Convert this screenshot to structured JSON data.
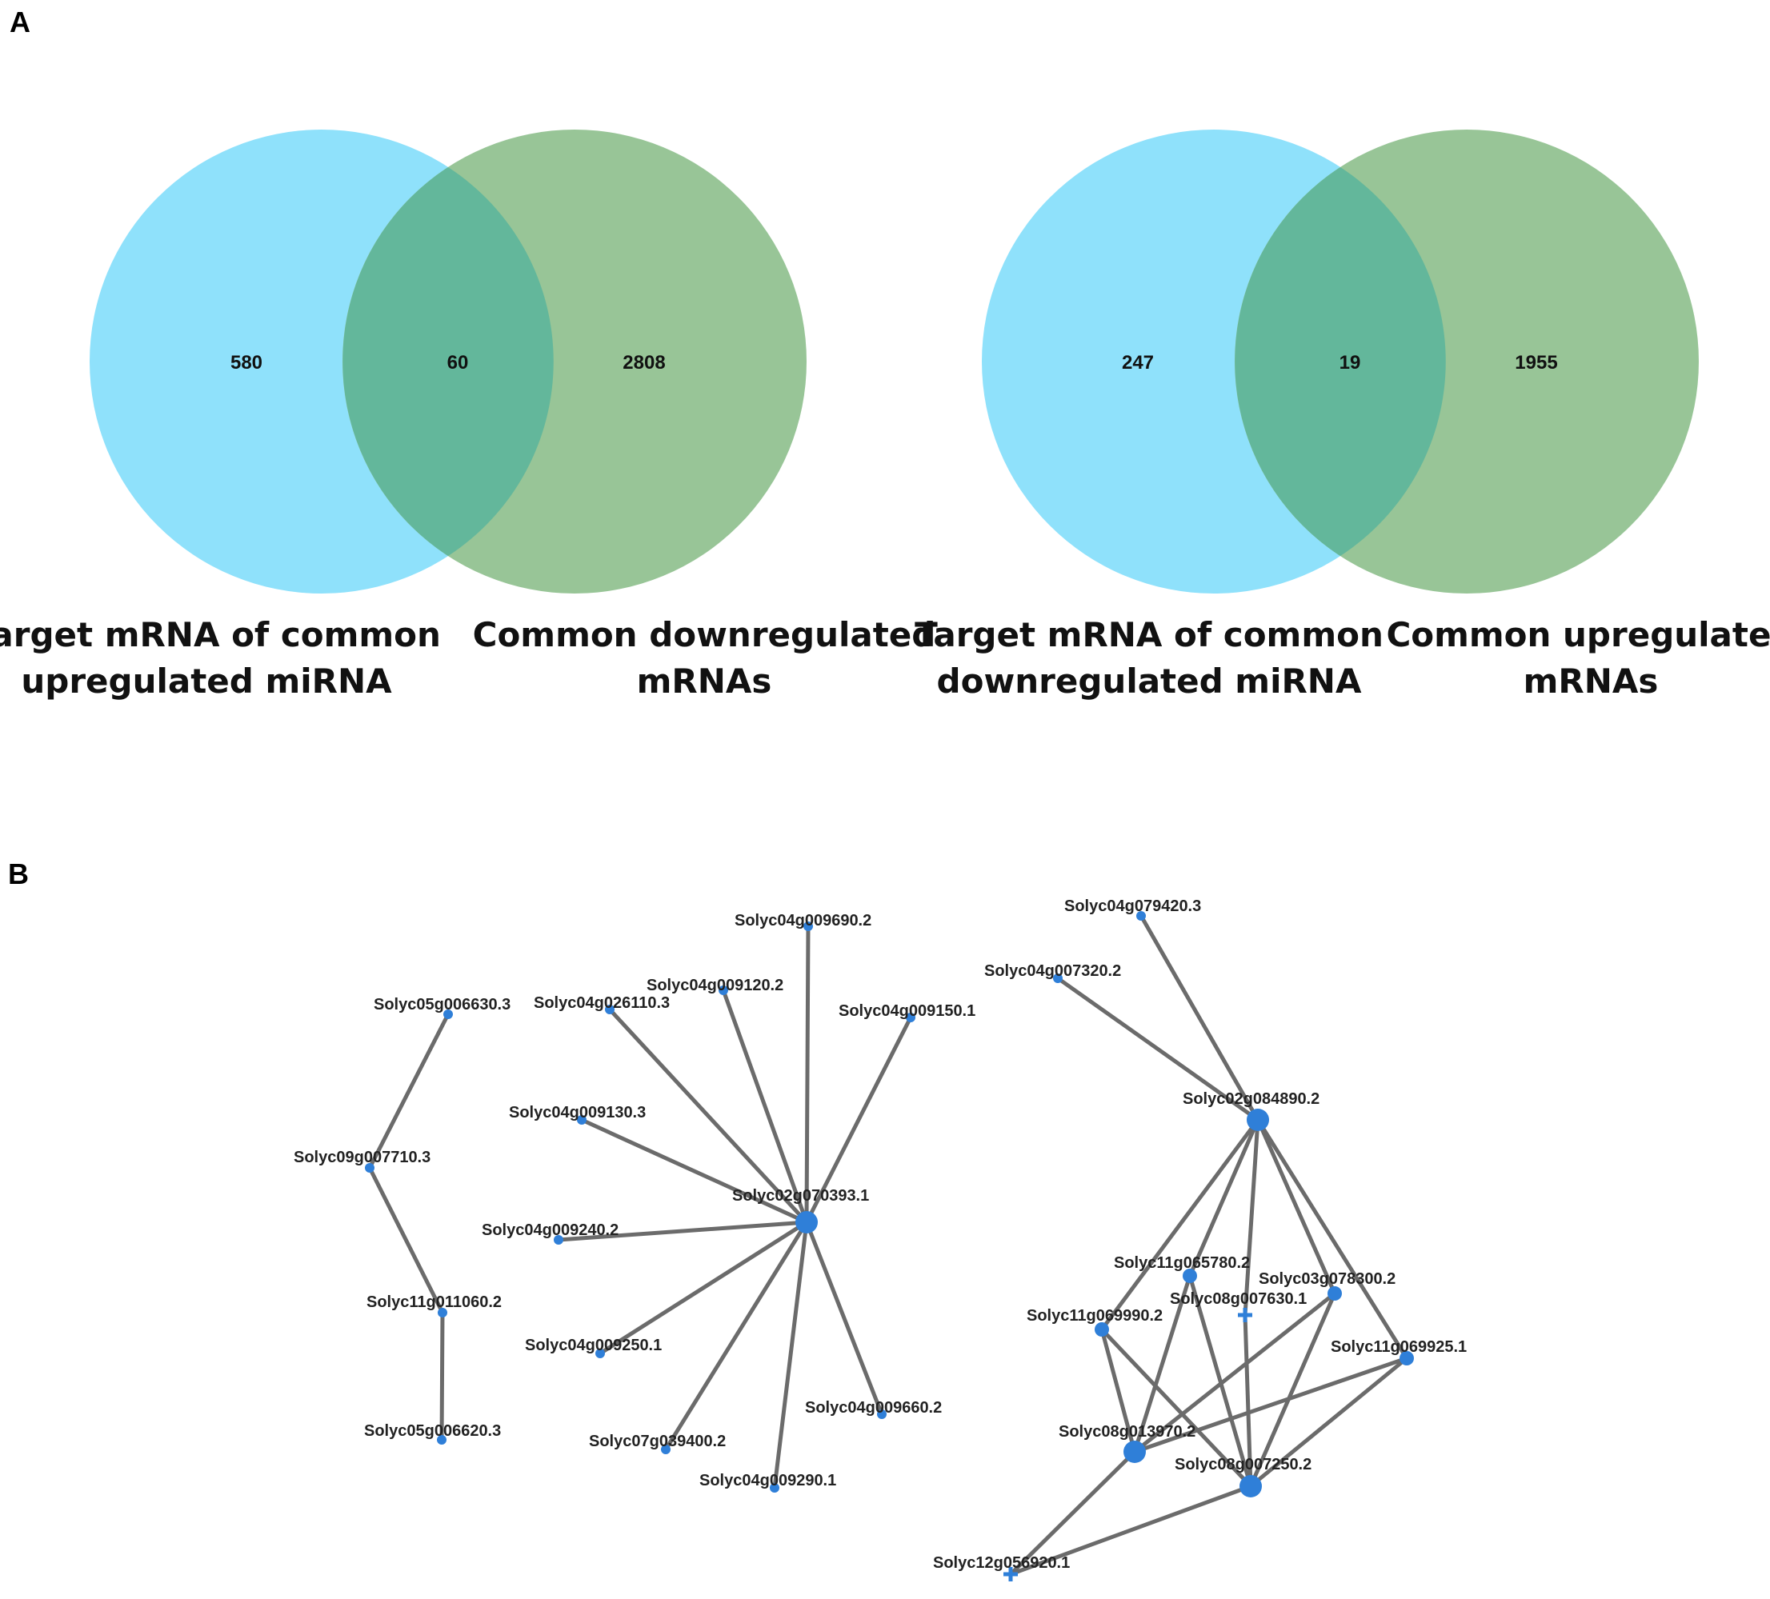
{
  "panels": {
    "a": {
      "label": "A"
    },
    "b": {
      "label": "B"
    }
  },
  "colors": {
    "venn_left": "#8fe1fb",
    "venn_right": "#8fc08e",
    "venn_overlap": "#63b79b",
    "node": "#2f7fd8",
    "edge": "#6b6b6b"
  },
  "venn": [
    {
      "left_count": "580",
      "overlap_count": "60",
      "right_count": "2808",
      "left_label": [
        "Target mRNA of common",
        "upregulated miRNA"
      ],
      "right_label": [
        "Common downregulated",
        "mRNAs"
      ]
    },
    {
      "left_count": "247",
      "overlap_count": "19",
      "right_count": "1955",
      "left_label": [
        "Target mRNA of common",
        "downregulated miRNA"
      ],
      "right_label": [
        "Common upregulated",
        "mRNAs"
      ]
    }
  ],
  "network": {
    "nodes": [
      {
        "id": "Solyc05g006630.3",
        "size": "small"
      },
      {
        "id": "Solyc09g007710.3",
        "size": "small"
      },
      {
        "id": "Solyc11g011060.2",
        "size": "small"
      },
      {
        "id": "Solyc05g006620.3",
        "size": "small"
      },
      {
        "id": "Solyc02g070393.1",
        "size": "large"
      },
      {
        "id": "Solyc04g009690.2",
        "size": "small"
      },
      {
        "id": "Solyc04g009120.2",
        "size": "small"
      },
      {
        "id": "Solyc04g026110.3",
        "size": "small"
      },
      {
        "id": "Solyc04g009150.1",
        "size": "small"
      },
      {
        "id": "Solyc04g009130.3",
        "size": "small"
      },
      {
        "id": "Solyc04g009240.2",
        "size": "small"
      },
      {
        "id": "Solyc04g009250.1",
        "size": "small"
      },
      {
        "id": "Solyc07g039400.2",
        "size": "small"
      },
      {
        "id": "Solyc04g009290.1",
        "size": "small"
      },
      {
        "id": "Solyc04g009660.2",
        "size": "small"
      },
      {
        "id": "Solyc04g079420.3",
        "size": "small"
      },
      {
        "id": "Solyc04g007320.2",
        "size": "small"
      },
      {
        "id": "Solyc02g084890.2",
        "size": "large"
      },
      {
        "id": "Solyc11g065780.2",
        "size": "medium"
      },
      {
        "id": "Solyc03g078300.2",
        "size": "medium"
      },
      {
        "id": "Solyc08g007630.1",
        "size": "cross"
      },
      {
        "id": "Solyc11g069990.2",
        "size": "medium"
      },
      {
        "id": "Solyc11g069925.1",
        "size": "medium"
      },
      {
        "id": "Solyc08g013970.2",
        "size": "large"
      },
      {
        "id": "Solyc08g007250.2",
        "size": "large"
      },
      {
        "id": "Solyc12g056920.1",
        "size": "cross"
      }
    ],
    "edges": [
      [
        "Solyc05g006630.3",
        "Solyc09g007710.3"
      ],
      [
        "Solyc09g007710.3",
        "Solyc11g011060.2"
      ],
      [
        "Solyc11g011060.2",
        "Solyc05g006620.3"
      ],
      [
        "Solyc02g070393.1",
        "Solyc04g009690.2"
      ],
      [
        "Solyc02g070393.1",
        "Solyc04g009120.2"
      ],
      [
        "Solyc02g070393.1",
        "Solyc04g026110.3"
      ],
      [
        "Solyc02g070393.1",
        "Solyc04g009150.1"
      ],
      [
        "Solyc02g070393.1",
        "Solyc04g009130.3"
      ],
      [
        "Solyc02g070393.1",
        "Solyc04g009240.2"
      ],
      [
        "Solyc02g070393.1",
        "Solyc04g009250.1"
      ],
      [
        "Solyc02g070393.1",
        "Solyc07g039400.2"
      ],
      [
        "Solyc02g070393.1",
        "Solyc04g009290.1"
      ],
      [
        "Solyc02g070393.1",
        "Solyc04g009660.2"
      ],
      [
        "Solyc02g084890.2",
        "Solyc04g079420.3"
      ],
      [
        "Solyc02g084890.2",
        "Solyc04g007320.2"
      ],
      [
        "Solyc02g084890.2",
        "Solyc11g065780.2"
      ],
      [
        "Solyc02g084890.2",
        "Solyc03g078300.2"
      ],
      [
        "Solyc02g084890.2",
        "Solyc08g007630.1"
      ],
      [
        "Solyc02g084890.2",
        "Solyc11g069990.2"
      ],
      [
        "Solyc02g084890.2",
        "Solyc11g069925.1"
      ],
      [
        "Solyc08g013970.2",
        "Solyc11g065780.2"
      ],
      [
        "Solyc08g013970.2",
        "Solyc03g078300.2"
      ],
      [
        "Solyc08g013970.2",
        "Solyc11g069990.2"
      ],
      [
        "Solyc08g013970.2",
        "Solyc11g069925.1"
      ],
      [
        "Solyc08g013970.2",
        "Solyc12g056920.1"
      ],
      [
        "Solyc08g007250.2",
        "Solyc11g065780.2"
      ],
      [
        "Solyc08g007250.2",
        "Solyc03g078300.2"
      ],
      [
        "Solyc08g007250.2",
        "Solyc08g007630.1"
      ],
      [
        "Solyc08g007250.2",
        "Solyc11g069990.2"
      ],
      [
        "Solyc08g007250.2",
        "Solyc11g069925.1"
      ],
      [
        "Solyc08g007250.2",
        "Solyc12g056920.1"
      ]
    ]
  }
}
